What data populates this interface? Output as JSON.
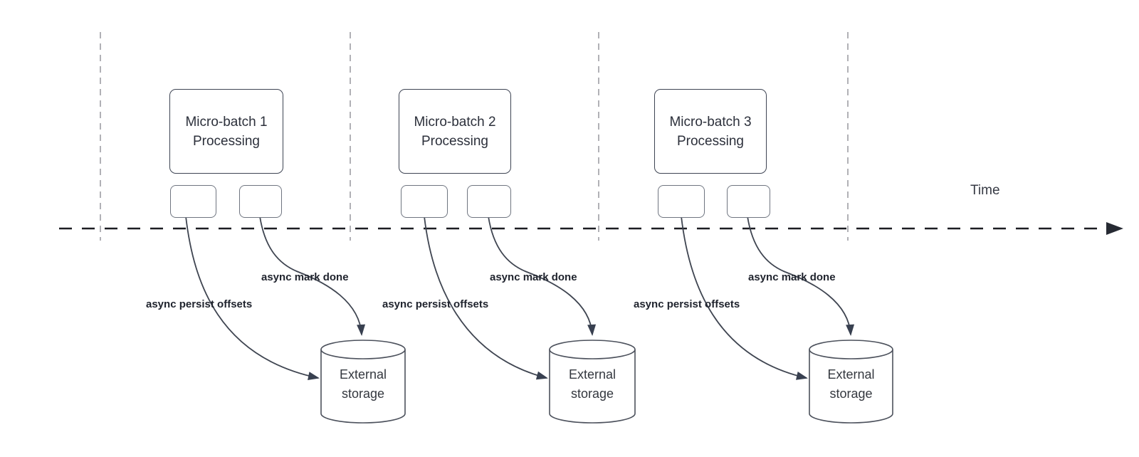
{
  "diagram": {
    "time_axis": {
      "label": "Time"
    },
    "sections": [
      {
        "title": "Micro-batch 1\nProcessing",
        "persist_label": "async persist offsets",
        "done_label": "async mark done",
        "storage_label": "External\nstorage"
      },
      {
        "title": "Micro-batch 2\nProcessing",
        "persist_label": "async persist offsets",
        "done_label": "async mark done",
        "storage_label": "External\nstorage"
      },
      {
        "title": "Micro-batch 3\nProcessing",
        "persist_label": "async persist offsets",
        "done_label": "async mark done",
        "storage_label": "External\nstorage"
      }
    ],
    "colors": {
      "box_border": "#3e4453",
      "small_box_border": "#6f7580",
      "cylinder_border": "#4c515c",
      "arrow_stroke": "#3f4551",
      "arrowhead_fill": "#384050",
      "timeline": "#1c1d22",
      "lane_divider": "#b1b1b6",
      "box_text": "#2c303b",
      "bold_label_text": "#20242e"
    }
  }
}
